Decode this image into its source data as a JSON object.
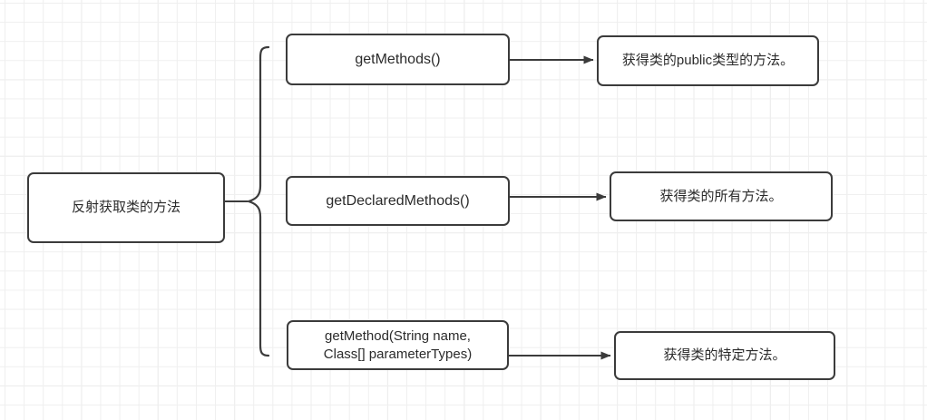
{
  "diagram": {
    "title": "反射获取类的方法",
    "type": "bracket-tree",
    "background": "grid",
    "colors": {
      "node_border": "#3b3b3b",
      "node_fill": "#ffffff",
      "edge": "#3b3b3b",
      "grid_minor": "#efefef",
      "grid_major": "#e4e4e4",
      "text": "#2b2b2b"
    },
    "root": {
      "label": "反射获取类的方法"
    },
    "brace": {
      "name": "curly-brace",
      "orientation": "right-opening"
    },
    "branches": [
      {
        "method": "getMethods()",
        "description": "获得类的public类型的方法。"
      },
      {
        "method": "getDeclaredMethods()",
        "description": "获得类的所有方法。"
      },
      {
        "method": "getMethod(String name,\nClass[] parameterTypes)",
        "description": "获得类的特定方法。"
      }
    ]
  }
}
